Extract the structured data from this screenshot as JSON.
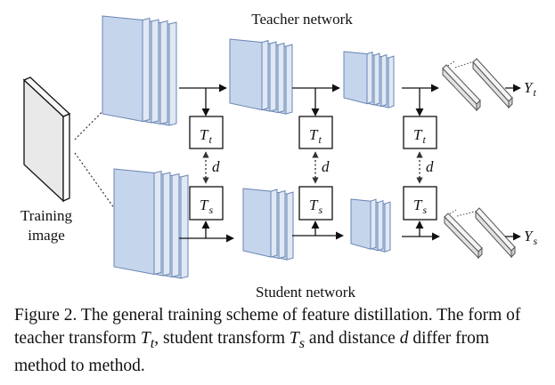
{
  "diagram": {
    "teacher_label": "Teacher network",
    "student_label": "Student network",
    "training_label_line1": "Training",
    "training_label_line2": "image",
    "transform_teacher": {
      "main": "T",
      "sub": "t"
    },
    "transform_student": {
      "main": "T",
      "sub": "s"
    },
    "distance": "d",
    "output_teacher": {
      "main": "Y",
      "sub": "t"
    },
    "output_student": {
      "main": "Y",
      "sub": "s"
    },
    "colors": {
      "feature_face": "#c5d6ec",
      "feature_edge": "#6b86b4",
      "output_fill": "#e6e6e6"
    }
  },
  "caption": {
    "prefix": "Figure 2. The general training scheme of feature distillation. The form of teacher transform ",
    "tt_main": "T",
    "tt_sub": "t",
    "middle1": ", student transform ",
    "ts_main": "T",
    "ts_sub": "s",
    "middle2": " and distance ",
    "d": "d",
    "suffix": " differ from method to method."
  }
}
